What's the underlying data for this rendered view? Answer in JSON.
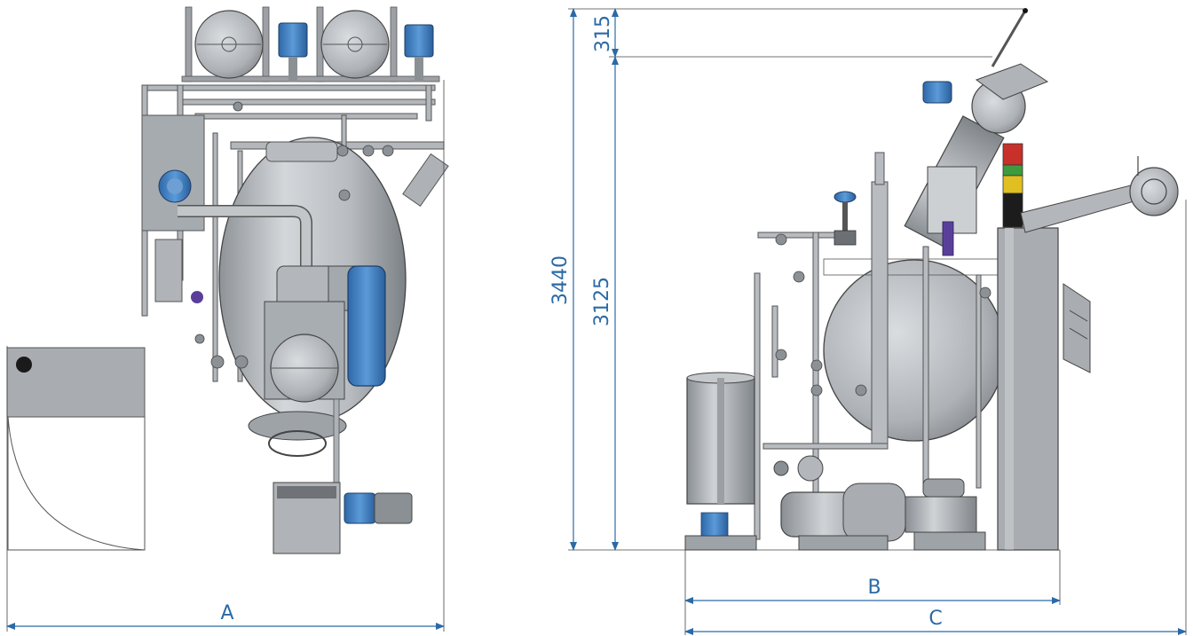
{
  "labels": {
    "width_front": "A",
    "length_base": "B",
    "length_total": "C",
    "height_total": "3440",
    "height_body": "3125",
    "height_top": "315"
  },
  "colors": {
    "dimension": "#2b6aa6",
    "machine_grey": "#a6abb0",
    "machine_dark": "#6c7075",
    "motor_blue": "#3a7cc4",
    "signal_red": "#c8302a",
    "signal_yellow": "#e0c020",
    "signal_green": "#3e9a3e"
  }
}
